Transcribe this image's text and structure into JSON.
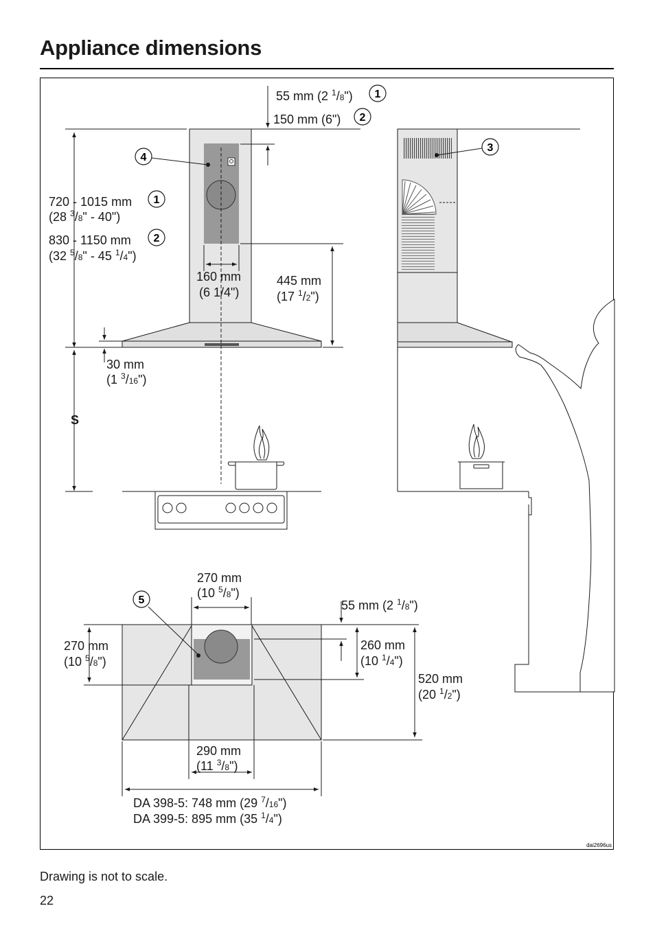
{
  "title": "Appliance dimensions",
  "caption": "Drawing is not to scale.",
  "page_number": "22",
  "drawing_code": "dai2696us",
  "callout_numbers": {
    "c1": "1",
    "c2": "2",
    "c3": "3",
    "c4": "4",
    "c5": "5"
  },
  "labels": {
    "top_55_a": "55 mm (2 ",
    "top_55_num": "1",
    "top_55_slash": "/",
    "top_55_den": "8",
    "top_55_b": "\")",
    "top_150": "150 mm (6\")",
    "h1_a": "720 - 1015 mm",
    "h1_b_a": "(28 ",
    "h1_b_num": "3",
    "h1_b_slash": "/",
    "h1_b_den": "8",
    "h1_b_b": "\" - 40\")",
    "h2_a": "830 - 1150 mm",
    "h2_b_a": "(32 ",
    "h2_b_num": "5",
    "h2_b_slash": "/",
    "h2_b_den": "8",
    "h2_b_mid": "\" - 45 ",
    "h2_b_num2": "1",
    "h2_b_slash2": "/",
    "h2_b_den2": "4",
    "h2_b_b": "\")",
    "w160_a": "160 mm",
    "w160_b": "(6 1/4\")",
    "h445_a": "445 mm",
    "h445_b_a": "(17 ",
    "h445_b_num": "1",
    "h445_b_slash": "/",
    "h445_b_den": "2",
    "h445_b_b": "\")",
    "h30_a": "30 mm",
    "h30_b_a": "(1 ",
    "h30_b_num": "3",
    "h30_b_slash": "/",
    "h30_b_den": "16",
    "h30_b_b": "\")",
    "s": "S",
    "p270_top_a": "270 mm",
    "p270_top_b_a": "(10 ",
    "p270_top_b_num": "5",
    "p270_top_b_slash": "/",
    "p270_top_b_den": "8",
    "p270_top_b_b": "\")",
    "p55_a": "55 mm (2 ",
    "p55_num": "1",
    "p55_slash": "/",
    "p55_den": "8",
    "p55_b": "\")",
    "p270_left_a": "270 mm",
    "p270_left_b_a": "(10 ",
    "p270_left_b_num": "5",
    "p270_left_b_slash": "/",
    "p270_left_b_den": "8",
    "p270_left_b_b": "\")",
    "p260_a": "260 mm",
    "p260_b_a": "(10 ",
    "p260_b_num": "1",
    "p260_b_slash": "/",
    "p260_b_den": "4",
    "p260_b_b": "\")",
    "p520_a": "520 mm",
    "p520_b_a": "(20 ",
    "p520_b_num": "1",
    "p520_b_slash": "/",
    "p520_b_den": "2",
    "p520_b_b": "\")",
    "p290_a": "290 mm",
    "p290_b_a": "(11 ",
    "p290_b_num": "3",
    "p290_b_slash": "/",
    "p290_b_den": "8",
    "p290_b_b": "\")",
    "da398_a": "DA 398-5: 748 mm (29 ",
    "da398_num": "7",
    "da398_slash": "/",
    "da398_den": "16",
    "da398_b": "\")",
    "da399_a": "DA 399-5: 895 mm (35 ",
    "da399_num": "1",
    "da399_slash": "/",
    "da399_den": "4",
    "da399_b": "\")"
  }
}
